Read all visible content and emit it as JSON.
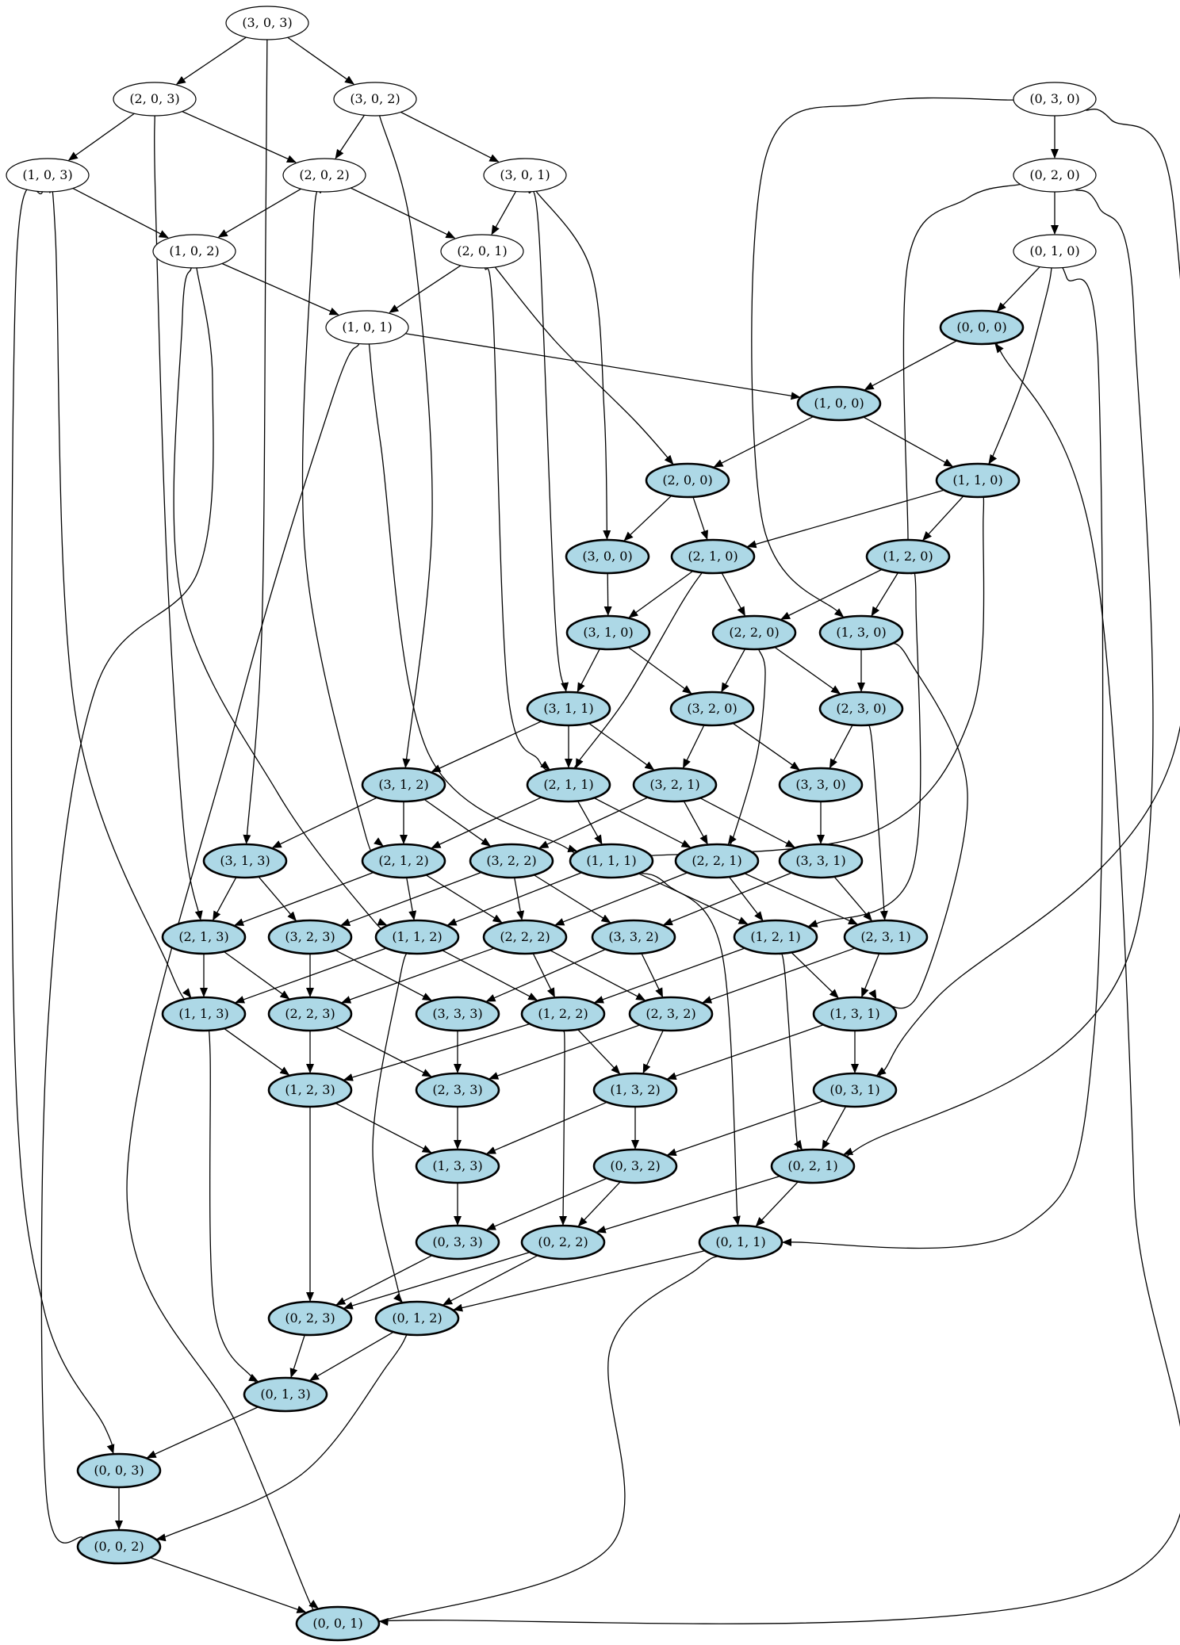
{
  "colors": {
    "shaded_fill": "#add8e6",
    "plain_fill": "#ffffff",
    "stroke": "#000000"
  },
  "nodes": [
    {
      "id": "(3, 0, 3)",
      "shaded": false
    },
    {
      "id": "(2, 0, 3)",
      "shaded": false
    },
    {
      "id": "(3, 0, 2)",
      "shaded": false
    },
    {
      "id": "(0, 3, 0)",
      "shaded": false
    },
    {
      "id": "(1, 0, 3)",
      "shaded": false
    },
    {
      "id": "(2, 0, 2)",
      "shaded": false
    },
    {
      "id": "(3, 0, 1)",
      "shaded": false
    },
    {
      "id": "(0, 2, 0)",
      "shaded": false
    },
    {
      "id": "(1, 0, 2)",
      "shaded": false
    },
    {
      "id": "(2, 0, 1)",
      "shaded": false
    },
    {
      "id": "(0, 1, 0)",
      "shaded": false
    },
    {
      "id": "(1, 0, 1)",
      "shaded": false
    },
    {
      "id": "(0, 0, 0)",
      "shaded": true
    },
    {
      "id": "(1, 0, 0)",
      "shaded": true
    },
    {
      "id": "(2, 0, 0)",
      "shaded": true
    },
    {
      "id": "(1, 1, 0)",
      "shaded": true
    },
    {
      "id": "(3, 0, 0)",
      "shaded": true
    },
    {
      "id": "(2, 1, 0)",
      "shaded": true
    },
    {
      "id": "(1, 2, 0)",
      "shaded": true
    },
    {
      "id": "(3, 1, 0)",
      "shaded": true
    },
    {
      "id": "(2, 2, 0)",
      "shaded": true
    },
    {
      "id": "(1, 3, 0)",
      "shaded": true
    },
    {
      "id": "(3, 1, 1)",
      "shaded": true
    },
    {
      "id": "(3, 2, 0)",
      "shaded": true
    },
    {
      "id": "(2, 3, 0)",
      "shaded": true
    },
    {
      "id": "(3, 1, 2)",
      "shaded": true
    },
    {
      "id": "(2, 1, 1)",
      "shaded": true
    },
    {
      "id": "(3, 2, 1)",
      "shaded": true
    },
    {
      "id": "(3, 3, 0)",
      "shaded": true
    },
    {
      "id": "(3, 1, 3)",
      "shaded": true
    },
    {
      "id": "(2, 1, 2)",
      "shaded": true
    },
    {
      "id": "(3, 2, 2)",
      "shaded": true
    },
    {
      "id": "(1, 1, 1)",
      "shaded": true
    },
    {
      "id": "(2, 2, 1)",
      "shaded": true
    },
    {
      "id": "(3, 3, 1)",
      "shaded": true
    },
    {
      "id": "(2, 1, 3)",
      "shaded": true
    },
    {
      "id": "(3, 2, 3)",
      "shaded": true
    },
    {
      "id": "(1, 1, 2)",
      "shaded": true
    },
    {
      "id": "(2, 2, 2)",
      "shaded": true
    },
    {
      "id": "(3, 3, 2)",
      "shaded": true
    },
    {
      "id": "(1, 2, 1)",
      "shaded": true
    },
    {
      "id": "(2, 3, 1)",
      "shaded": true
    },
    {
      "id": "(1, 1, 3)",
      "shaded": true
    },
    {
      "id": "(2, 2, 3)",
      "shaded": true
    },
    {
      "id": "(3, 3, 3)",
      "shaded": true
    },
    {
      "id": "(1, 2, 2)",
      "shaded": true
    },
    {
      "id": "(2, 3, 2)",
      "shaded": true
    },
    {
      "id": "(1, 3, 1)",
      "shaded": true
    },
    {
      "id": "(1, 2, 3)",
      "shaded": true
    },
    {
      "id": "(2, 3, 3)",
      "shaded": true
    },
    {
      "id": "(1, 3, 2)",
      "shaded": true
    },
    {
      "id": "(0, 3, 1)",
      "shaded": true
    },
    {
      "id": "(1, 3, 3)",
      "shaded": true
    },
    {
      "id": "(0, 3, 2)",
      "shaded": true
    },
    {
      "id": "(0, 2, 1)",
      "shaded": true
    },
    {
      "id": "(0, 3, 3)",
      "shaded": true
    },
    {
      "id": "(0, 2, 2)",
      "shaded": true
    },
    {
      "id": "(0, 1, 1)",
      "shaded": true
    },
    {
      "id": "(0, 2, 3)",
      "shaded": true
    },
    {
      "id": "(0, 1, 2)",
      "shaded": true
    },
    {
      "id": "(0, 1, 3)",
      "shaded": true
    },
    {
      "id": "(0, 0, 3)",
      "shaded": true
    },
    {
      "id": "(0, 0, 2)",
      "shaded": true
    },
    {
      "id": "(0, 0, 1)",
      "shaded": true
    }
  ],
  "edges": [
    [
      "(3, 0, 3)",
      "(2, 0, 3)"
    ],
    [
      "(3, 0, 3)",
      "(3, 0, 2)"
    ],
    [
      "(3, 0, 3)",
      "(3, 1, 3)"
    ],
    [
      "(2, 0, 3)",
      "(1, 0, 3)"
    ],
    [
      "(2, 0, 3)",
      "(2, 0, 2)"
    ],
    [
      "(2, 0, 3)",
      "(2, 1, 3)"
    ],
    [
      "(3, 0, 2)",
      "(2, 0, 2)"
    ],
    [
      "(3, 0, 2)",
      "(3, 0, 1)"
    ],
    [
      "(3, 0, 2)",
      "(3, 1, 2)"
    ],
    [
      "(0, 3, 0)",
      "(0, 2, 0)"
    ],
    [
      "(0, 3, 0)",
      "(1, 3, 0)"
    ],
    [
      "(0, 3, 0)",
      "(0, 3, 1)"
    ],
    [
      "(1, 0, 3)",
      "(1, 0, 2)"
    ],
    [
      "(1, 0, 3)",
      "(1, 1, 3)"
    ],
    [
      "(1, 0, 3)",
      "(0, 0, 3)"
    ],
    [
      "(2, 0, 2)",
      "(1, 0, 2)"
    ],
    [
      "(2, 0, 2)",
      "(2, 0, 1)"
    ],
    [
      "(2, 0, 2)",
      "(2, 1, 2)"
    ],
    [
      "(3, 0, 1)",
      "(2, 0, 1)"
    ],
    [
      "(3, 0, 1)",
      "(3, 0, 0)"
    ],
    [
      "(3, 0, 1)",
      "(3, 1, 1)"
    ],
    [
      "(0, 2, 0)",
      "(0, 1, 0)"
    ],
    [
      "(0, 2, 0)",
      "(1, 2, 0)"
    ],
    [
      "(0, 2, 0)",
      "(0, 2, 1)"
    ],
    [
      "(1, 0, 2)",
      "(1, 0, 1)"
    ],
    [
      "(1, 0, 2)",
      "(1, 1, 2)"
    ],
    [
      "(1, 0, 2)",
      "(0, 0, 2)"
    ],
    [
      "(2, 0, 1)",
      "(1, 0, 1)"
    ],
    [
      "(2, 0, 1)",
      "(2, 0, 0)"
    ],
    [
      "(2, 0, 1)",
      "(2, 1, 1)"
    ],
    [
      "(0, 1, 0)",
      "(0, 0, 0)"
    ],
    [
      "(0, 1, 0)",
      "(1, 1, 0)"
    ],
    [
      "(0, 1, 0)",
      "(0, 1, 1)"
    ],
    [
      "(1, 0, 1)",
      "(1, 0, 0)"
    ],
    [
      "(1, 0, 1)",
      "(1, 1, 1)"
    ],
    [
      "(1, 0, 1)",
      "(0, 0, 1)"
    ],
    [
      "(0, 0, 0)",
      "(1, 0, 0)"
    ],
    [
      "(1, 0, 0)",
      "(2, 0, 0)"
    ],
    [
      "(1, 0, 0)",
      "(1, 1, 0)"
    ],
    [
      "(2, 0, 0)",
      "(3, 0, 0)"
    ],
    [
      "(2, 0, 0)",
      "(2, 1, 0)"
    ],
    [
      "(1, 1, 0)",
      "(2, 1, 0)"
    ],
    [
      "(1, 1, 0)",
      "(1, 2, 0)"
    ],
    [
      "(1, 1, 0)",
      "(1, 1, 1)"
    ],
    [
      "(3, 0, 0)",
      "(3, 1, 0)"
    ],
    [
      "(2, 1, 0)",
      "(3, 1, 0)"
    ],
    [
      "(2, 1, 0)",
      "(2, 2, 0)"
    ],
    [
      "(2, 1, 0)",
      "(2, 1, 1)"
    ],
    [
      "(1, 2, 0)",
      "(2, 2, 0)"
    ],
    [
      "(1, 2, 0)",
      "(1, 3, 0)"
    ],
    [
      "(1, 2, 0)",
      "(1, 2, 1)"
    ],
    [
      "(3, 1, 0)",
      "(3, 2, 0)"
    ],
    [
      "(3, 1, 0)",
      "(3, 1, 1)"
    ],
    [
      "(2, 2, 0)",
      "(3, 2, 0)"
    ],
    [
      "(2, 2, 0)",
      "(2, 3, 0)"
    ],
    [
      "(2, 2, 0)",
      "(2, 2, 1)"
    ],
    [
      "(1, 3, 0)",
      "(2, 3, 0)"
    ],
    [
      "(1, 3, 0)",
      "(1, 3, 1)"
    ],
    [
      "(3, 1, 1)",
      "(3, 2, 1)"
    ],
    [
      "(3, 1, 1)",
      "(3, 1, 2)"
    ],
    [
      "(3, 1, 1)",
      "(2, 1, 1)"
    ],
    [
      "(3, 2, 0)",
      "(3, 3, 0)"
    ],
    [
      "(3, 2, 0)",
      "(3, 2, 1)"
    ],
    [
      "(2, 3, 0)",
      "(3, 3, 0)"
    ],
    [
      "(2, 3, 0)",
      "(2, 3, 1)"
    ],
    [
      "(3, 1, 2)",
      "(3, 2, 2)"
    ],
    [
      "(3, 1, 2)",
      "(3, 1, 3)"
    ],
    [
      "(3, 1, 2)",
      "(2, 1, 2)"
    ],
    [
      "(2, 1, 1)",
      "(2, 2, 1)"
    ],
    [
      "(2, 1, 1)",
      "(2, 1, 2)"
    ],
    [
      "(2, 1, 1)",
      "(1, 1, 1)"
    ],
    [
      "(3, 2, 1)",
      "(3, 3, 1)"
    ],
    [
      "(3, 2, 1)",
      "(3, 2, 2)"
    ],
    [
      "(3, 2, 1)",
      "(2, 2, 1)"
    ],
    [
      "(3, 3, 0)",
      "(3, 3, 1)"
    ],
    [
      "(3, 1, 3)",
      "(3, 2, 3)"
    ],
    [
      "(3, 1, 3)",
      "(2, 1, 3)"
    ],
    [
      "(2, 1, 2)",
      "(2, 2, 2)"
    ],
    [
      "(2, 1, 2)",
      "(2, 1, 3)"
    ],
    [
      "(2, 1, 2)",
      "(1, 1, 2)"
    ],
    [
      "(3, 2, 2)",
      "(3, 3, 2)"
    ],
    [
      "(3, 2, 2)",
      "(3, 2, 3)"
    ],
    [
      "(3, 2, 2)",
      "(2, 2, 2)"
    ],
    [
      "(1, 1, 1)",
      "(1, 2, 1)"
    ],
    [
      "(1, 1, 1)",
      "(1, 1, 2)"
    ],
    [
      "(1, 1, 1)",
      "(0, 1, 1)"
    ],
    [
      "(2, 2, 1)",
      "(2, 3, 1)"
    ],
    [
      "(2, 2, 1)",
      "(2, 2, 2)"
    ],
    [
      "(2, 2, 1)",
      "(1, 2, 1)"
    ],
    [
      "(3, 3, 1)",
      "(3, 3, 2)"
    ],
    [
      "(3, 3, 1)",
      "(2, 3, 1)"
    ],
    [
      "(2, 1, 3)",
      "(2, 2, 3)"
    ],
    [
      "(2, 1, 3)",
      "(1, 1, 3)"
    ],
    [
      "(3, 2, 3)",
      "(3, 3, 3)"
    ],
    [
      "(3, 2, 3)",
      "(2, 2, 3)"
    ],
    [
      "(1, 1, 2)",
      "(1, 2, 2)"
    ],
    [
      "(1, 1, 2)",
      "(1, 1, 3)"
    ],
    [
      "(1, 1, 2)",
      "(0, 1, 2)"
    ],
    [
      "(2, 2, 2)",
      "(2, 3, 2)"
    ],
    [
      "(2, 2, 2)",
      "(2, 2, 3)"
    ],
    [
      "(2, 2, 2)",
      "(1, 2, 2)"
    ],
    [
      "(3, 3, 2)",
      "(3, 3, 3)"
    ],
    [
      "(3, 3, 2)",
      "(2, 3, 2)"
    ],
    [
      "(1, 2, 1)",
      "(1, 3, 1)"
    ],
    [
      "(1, 2, 1)",
      "(1, 2, 2)"
    ],
    [
      "(1, 2, 1)",
      "(0, 2, 1)"
    ],
    [
      "(2, 3, 1)",
      "(2, 3, 2)"
    ],
    [
      "(2, 3, 1)",
      "(1, 3, 1)"
    ],
    [
      "(1, 1, 3)",
      "(1, 2, 3)"
    ],
    [
      "(1, 1, 3)",
      "(0, 1, 3)"
    ],
    [
      "(2, 2, 3)",
      "(2, 3, 3)"
    ],
    [
      "(2, 2, 3)",
      "(1, 2, 3)"
    ],
    [
      "(3, 3, 3)",
      "(2, 3, 3)"
    ],
    [
      "(1, 2, 2)",
      "(1, 3, 2)"
    ],
    [
      "(1, 2, 2)",
      "(1, 2, 3)"
    ],
    [
      "(1, 2, 2)",
      "(0, 2, 2)"
    ],
    [
      "(2, 3, 2)",
      "(2, 3, 3)"
    ],
    [
      "(2, 3, 2)",
      "(1, 3, 2)"
    ],
    [
      "(1, 3, 1)",
      "(1, 3, 2)"
    ],
    [
      "(1, 3, 1)",
      "(0, 3, 1)"
    ],
    [
      "(1, 2, 3)",
      "(1, 3, 3)"
    ],
    [
      "(1, 2, 3)",
      "(0, 2, 3)"
    ],
    [
      "(2, 3, 3)",
      "(1, 3, 3)"
    ],
    [
      "(1, 3, 2)",
      "(1, 3, 3)"
    ],
    [
      "(1, 3, 2)",
      "(0, 3, 2)"
    ],
    [
      "(0, 3, 1)",
      "(0, 3, 2)"
    ],
    [
      "(0, 3, 1)",
      "(0, 2, 1)"
    ],
    [
      "(1, 3, 3)",
      "(0, 3, 3)"
    ],
    [
      "(0, 3, 2)",
      "(0, 3, 3)"
    ],
    [
      "(0, 3, 2)",
      "(0, 2, 2)"
    ],
    [
      "(0, 2, 1)",
      "(0, 2, 2)"
    ],
    [
      "(0, 2, 1)",
      "(0, 1, 1)"
    ],
    [
      "(0, 3, 3)",
      "(0, 2, 3)"
    ],
    [
      "(0, 2, 2)",
      "(0, 2, 3)"
    ],
    [
      "(0, 2, 2)",
      "(0, 1, 2)"
    ],
    [
      "(0, 1, 1)",
      "(0, 1, 2)"
    ],
    [
      "(0, 1, 1)",
      "(0, 0, 1)"
    ],
    [
      "(0, 2, 3)",
      "(0, 1, 3)"
    ],
    [
      "(0, 1, 2)",
      "(0, 1, 3)"
    ],
    [
      "(0, 1, 2)",
      "(0, 0, 2)"
    ],
    [
      "(0, 1, 3)",
      "(0, 0, 3)"
    ],
    [
      "(0, 0, 3)",
      "(0, 0, 2)"
    ],
    [
      "(0, 0, 2)",
      "(0, 0, 1)"
    ],
    [
      "(0, 0, 1)",
      "(0, 0, 0)"
    ]
  ]
}
